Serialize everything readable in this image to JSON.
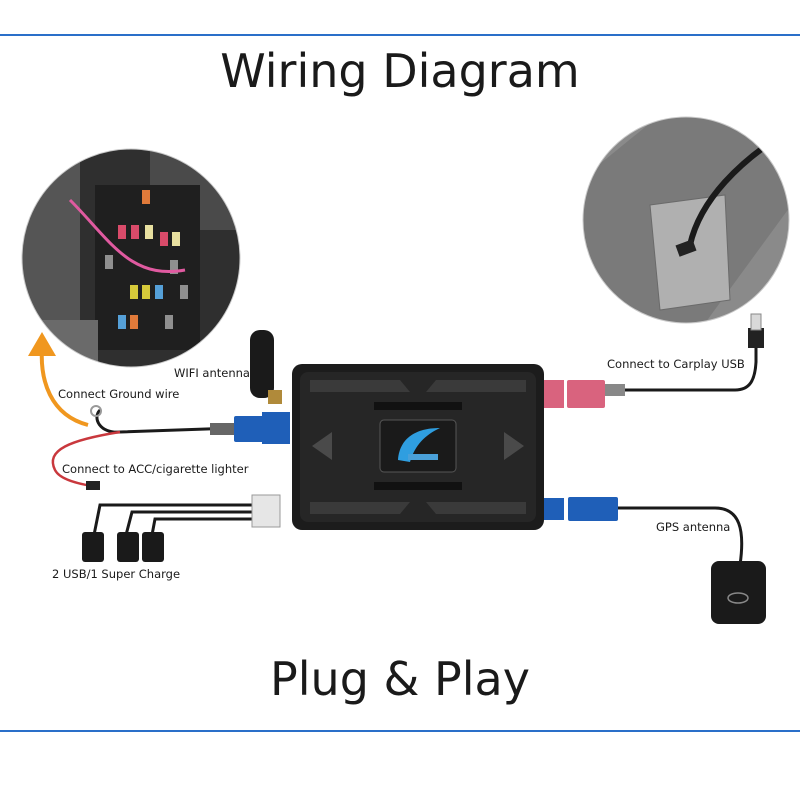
{
  "colors": {
    "rule": "#2a6fc9",
    "arrow": "#f0971f",
    "device": "#1c1c1c",
    "blue_connector": "#1f5fb8",
    "pink_connector": "#d9637e"
  },
  "header": {
    "title": "Wiring Diagram"
  },
  "labels": {
    "wifi": "WIFI antenna",
    "ground": "Connect Ground wire",
    "acc": "Connect to ACC/cigarette lighter",
    "usb": "2 USB/1 Super Charge",
    "carplay": "Connect to Carplay USB",
    "gps": "GPS antenna"
  },
  "footer": {
    "title": "Plug & Play"
  },
  "icons": [
    "fuse-box-photo",
    "car-usb-port-photo",
    "wifi-antenna-icon",
    "gps-antenna-icon",
    "carplay-box-icon",
    "usb-plug-icon",
    "arrow-icon"
  ]
}
